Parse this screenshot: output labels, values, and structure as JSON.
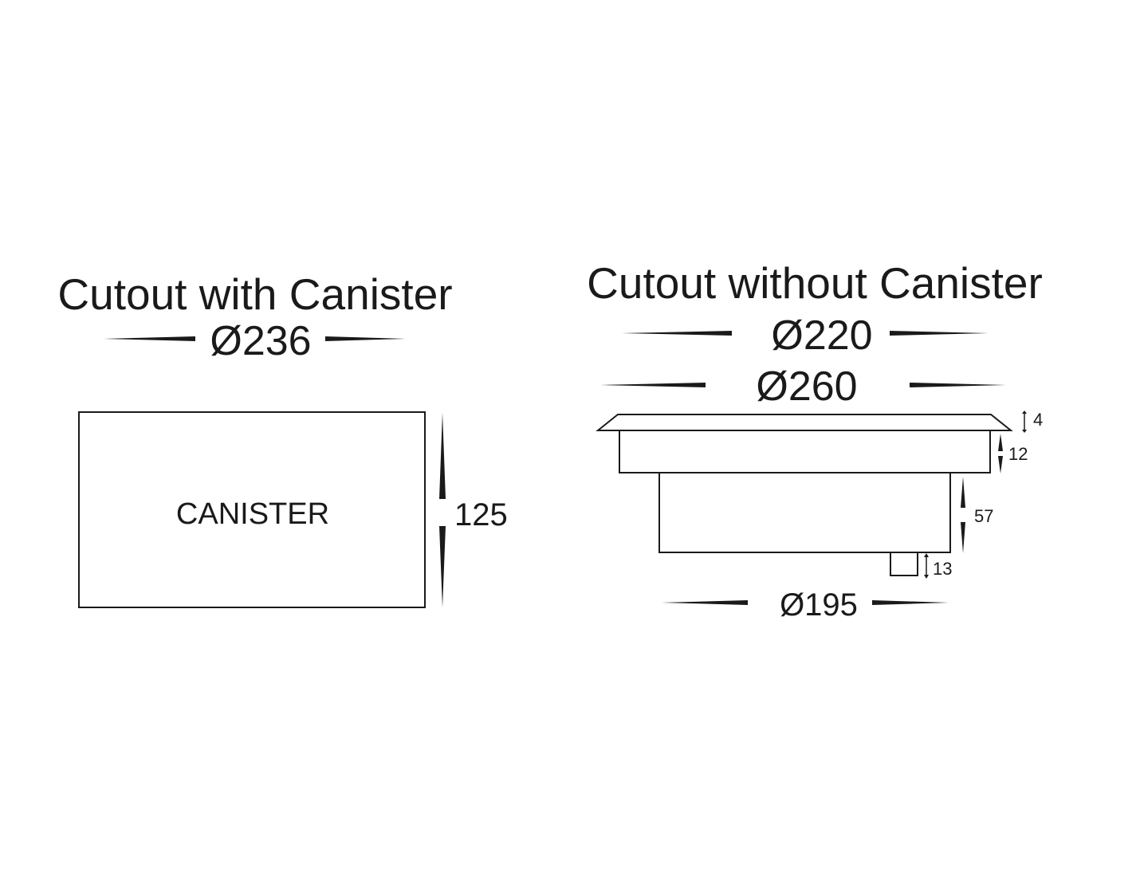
{
  "left": {
    "title": "Cutout with Canister",
    "diameter": "Ø236",
    "height": "125",
    "box_label": "CANISTER"
  },
  "right": {
    "title": "Cutout without Canister",
    "diameter_top": "Ø220",
    "diameter_flange": "Ø260",
    "diameter_bottom": "Ø195",
    "dim_flange": "4",
    "dim_ring": "12",
    "dim_body": "57",
    "dim_gland": "13"
  }
}
